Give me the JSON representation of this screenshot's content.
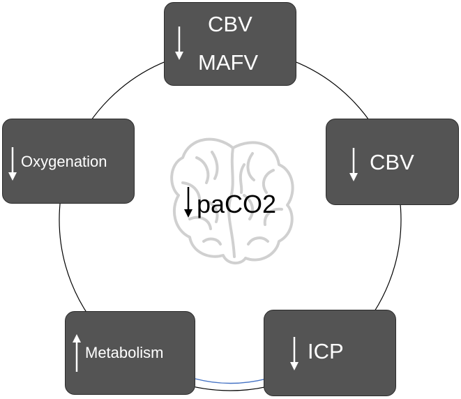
{
  "center": {
    "label": "paCO2",
    "arrow": "down",
    "icon": "brain-icon"
  },
  "nodes": [
    {
      "id": "top",
      "lines": [
        "CBV",
        "MAFV"
      ],
      "arrow": "down"
    },
    {
      "id": "right",
      "lines": [
        "CBV"
      ],
      "arrow": "down"
    },
    {
      "id": "bottom-right",
      "lines": [
        "ICP"
      ],
      "arrow": "down"
    },
    {
      "id": "bottom-left",
      "lines": [
        "Metabolism"
      ],
      "arrow": "up"
    },
    {
      "id": "left",
      "lines": [
        "Oxygenation"
      ],
      "arrow": "down"
    }
  ],
  "colors": {
    "box_fill": "#545454",
    "box_border": "#2b2b2b",
    "text": "#ffffff",
    "circle": "#000000",
    "highlight_arc": "#4472c4",
    "brain": "#d9d9d9"
  }
}
